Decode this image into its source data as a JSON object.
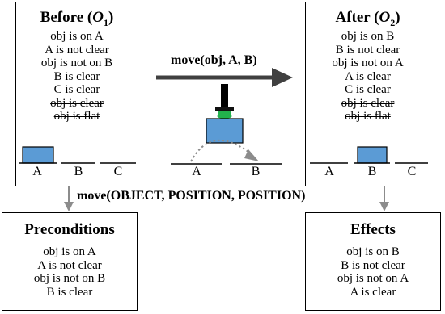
{
  "before": {
    "title_text": "Before (",
    "title_var": "O",
    "title_sub": "1",
    "title_close": ")",
    "facts": [
      {
        "text": "obj is on A",
        "struck": false
      },
      {
        "text": "A is not clear",
        "struck": false
      },
      {
        "text": "obj is not on B",
        "struck": false
      },
      {
        "text": "B is clear",
        "struck": false
      },
      {
        "text": "C is clear",
        "struck": true
      },
      {
        "text": "obj is clear",
        "struck": true
      },
      {
        "text": "obj is flat",
        "struck": true
      }
    ],
    "slots": [
      "A",
      "B",
      "C"
    ]
  },
  "after": {
    "title_text": "After (",
    "title_var": "O",
    "title_sub": "2",
    "title_close": ")",
    "facts": [
      {
        "text": "obj is on B",
        "struck": false
      },
      {
        "text": "B is not clear",
        "struck": false
      },
      {
        "text": "obj is not on A",
        "struck": false
      },
      {
        "text": "A is clear",
        "struck": false
      },
      {
        "text": "C is clear",
        "struck": true
      },
      {
        "text": "obj is clear",
        "struck": true
      },
      {
        "text": "obj is flat",
        "struck": true
      }
    ],
    "slots": [
      "A",
      "B",
      "C"
    ]
  },
  "action": {
    "label": "move(obj, A, B)",
    "slots": [
      "A",
      "B"
    ]
  },
  "schema": {
    "label": "move(OBJECT, POSITION, POSITION)"
  },
  "preconditions": {
    "title": "Preconditions",
    "lines": [
      "obj is on A",
      "A is not clear",
      "obj is not on B",
      "B is clear"
    ]
  },
  "effects": {
    "title": "Effects",
    "lines": [
      "obj is on B",
      "B is not clear",
      "obj is not on A",
      "A is clear"
    ]
  },
  "colors": {
    "block": "#5b9bd5",
    "arrow_dark": "#404040",
    "arrow_gray": "#8c8c8c",
    "gripper_green": "#22b14c"
  }
}
